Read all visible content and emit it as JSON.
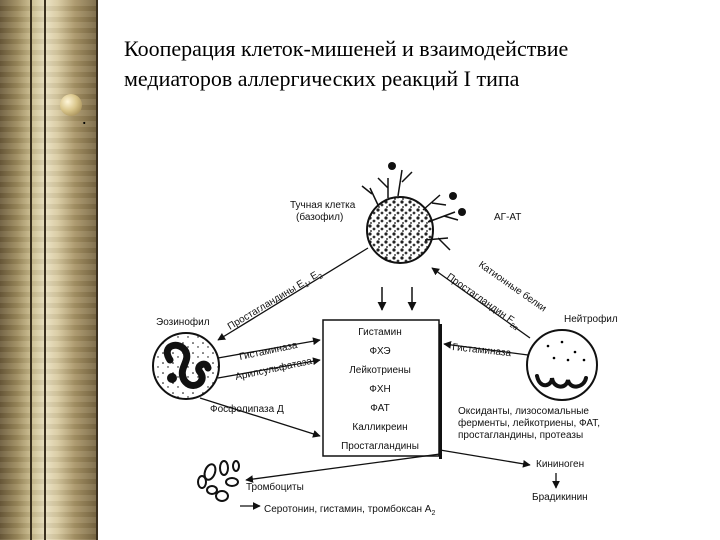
{
  "title": {
    "line1": "Кооперация клеток-мишеней и взаимодействие",
    "line2": "медиаторов аллергических реакций I типа"
  },
  "bullet_text": ".",
  "diagram": {
    "mast_label_1": "Тучная клетка",
    "mast_label_2": "(базофил)",
    "ag_at": "АГ-АТ",
    "eosinophil": "Эозинофил",
    "neutrophil": "Нейтрофил",
    "mediators": [
      "Гистамин",
      "ФХЭ",
      "Лейкотриены",
      "ФХН",
      "ФАТ",
      "Калликреин",
      "Простагландины"
    ],
    "arrow_prostaglandins_e": "Простагландины Е",
    "arrow_prostaglandins_e_sub1": "1",
    "arrow_prostaglandins_e_sub2": "2",
    "arrow_cationic_proteins": "Катионные белки",
    "arrow_prostaglandins_f": "Простагландин F",
    "arrow_prostaglandins_f_sub": "2α",
    "arrow_histaminase_left": "Гистаминаза",
    "arrow_arylsulfatase": "Арилсульфатаза",
    "arrow_phospholipase": "Фосфолипаза Д",
    "arrow_histaminase_right": "Гистаминаза",
    "neutro_products_1": "Оксиданты, лизосомальные",
    "neutro_products_2": "ферменты, лейкотриены, ФАТ,",
    "neutro_products_3": "простагландины, протеазы",
    "kininogen": "Кининоген",
    "bradykinin": "Брадикинин",
    "platelets": "Тромбоциты",
    "serotonin": "Серотонин, гистамин, тромбоксан А",
    "serotonin_sub": "2"
  }
}
